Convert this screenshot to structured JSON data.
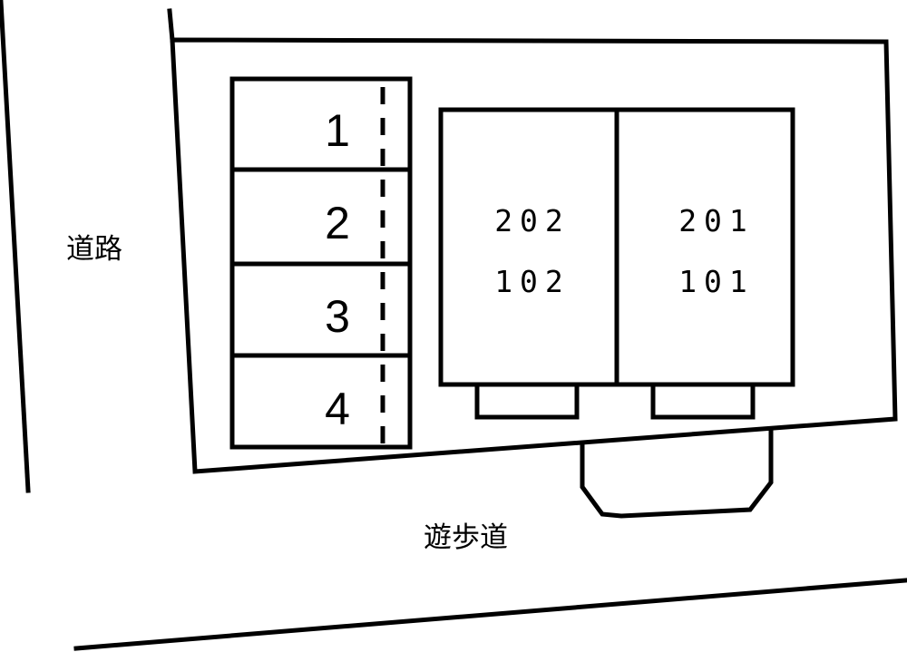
{
  "labels": {
    "road": "道路",
    "promenade": "遊歩道"
  },
  "parking": {
    "spaces": [
      "1",
      "2",
      "3",
      "4"
    ]
  },
  "units": {
    "left": {
      "upper": "202",
      "lower": "102"
    },
    "right": {
      "upper": "201",
      "lower": "101"
    }
  }
}
